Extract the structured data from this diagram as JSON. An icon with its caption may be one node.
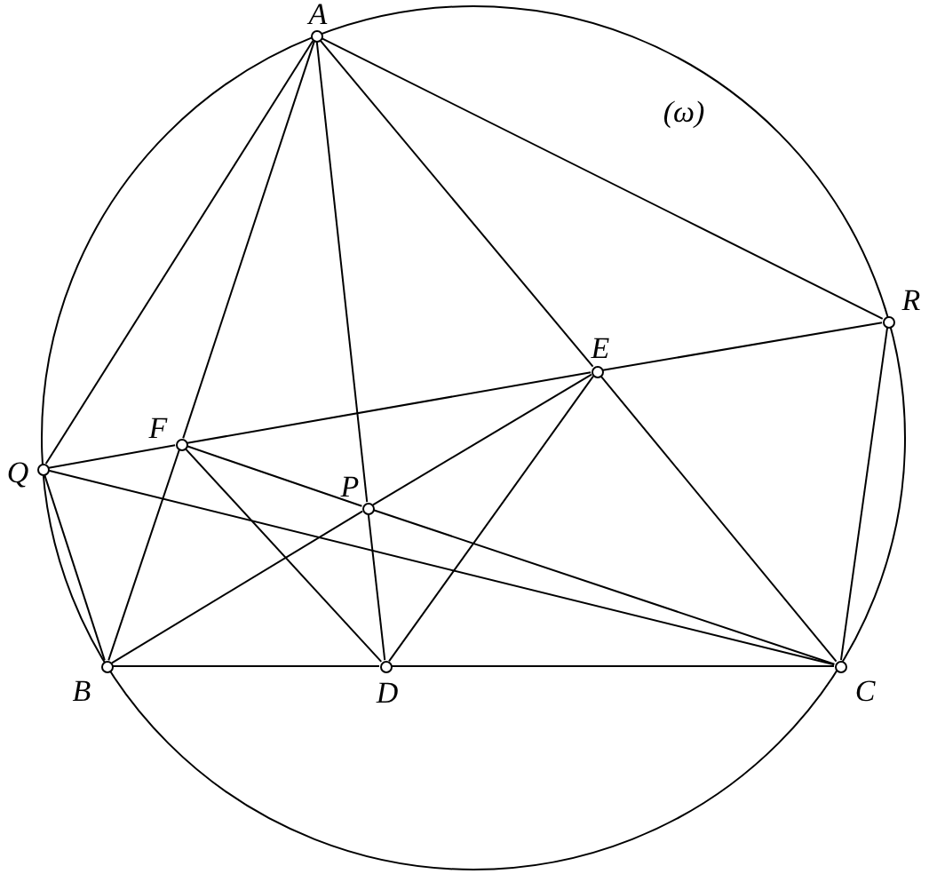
{
  "diagram": {
    "nodes": [
      {
        "text": [],
        "shape": "circle",
        "beside": [
          "A"
        ]
      },
      {
        "text": [],
        "shape": "circle",
        "beside": [
          "R"
        ]
      },
      {
        "text": [],
        "shape": "circle",
        "beside": [
          "E"
        ]
      },
      {
        "text": [],
        "shape": "circle",
        "beside": [
          "F"
        ]
      },
      {
        "text": [],
        "shape": "circle",
        "beside": [
          "Q"
        ]
      },
      {
        "text": [],
        "shape": "circle",
        "beside": [
          "P"
        ]
      },
      {
        "text": [],
        "shape": "circle",
        "beside": [
          "B"
        ]
      },
      {
        "text": [],
        "shape": "circle",
        "beside": [
          "D"
        ]
      },
      {
        "text": [],
        "shape": "circle",
        "beside": [
          "C"
        ]
      }
    ],
    "edges": [
      {
        "from": 0,
        "to": 4,
        "arrow": "none"
      },
      {
        "from": 0,
        "to": 3,
        "arrow": "none"
      },
      {
        "from": 3,
        "to": 6,
        "arrow": "none"
      },
      {
        "from": 0,
        "to": 5,
        "arrow": "none"
      },
      {
        "from": 5,
        "to": 7,
        "arrow": "none"
      },
      {
        "from": 0,
        "to": 2,
        "arrow": "none"
      },
      {
        "from": 2,
        "to": 8,
        "arrow": "none"
      },
      {
        "from": 0,
        "to": 1,
        "arrow": "none"
      },
      {
        "from": 6,
        "to": 7,
        "arrow": "none"
      },
      {
        "from": 7,
        "to": 8,
        "arrow": "none"
      },
      {
        "from": 4,
        "to": 3,
        "arrow": "none"
      },
      {
        "from": 3,
        "to": 2,
        "arrow": "none"
      },
      {
        "from": 2,
        "to": 1,
        "arrow": "none"
      },
      {
        "from": 4,
        "to": 8,
        "arrow": "none"
      },
      {
        "from": 6,
        "to": 5,
        "arrow": "none"
      },
      {
        "from": 5,
        "to": 2,
        "arrow": "none"
      },
      {
        "from": 3,
        "to": 5,
        "arrow": "none"
      },
      {
        "from": 5,
        "to": 8,
        "arrow": "none"
      },
      {
        "from": 3,
        "to": 7,
        "arrow": "none"
      },
      {
        "from": 7,
        "to": 2,
        "arrow": "none"
      },
      {
        "from": 1,
        "to": 8,
        "arrow": "none"
      },
      {
        "from": 4,
        "to": 6,
        "arrow": "none"
      }
    ],
    "labels": [
      "(ω)"
    ]
  }
}
